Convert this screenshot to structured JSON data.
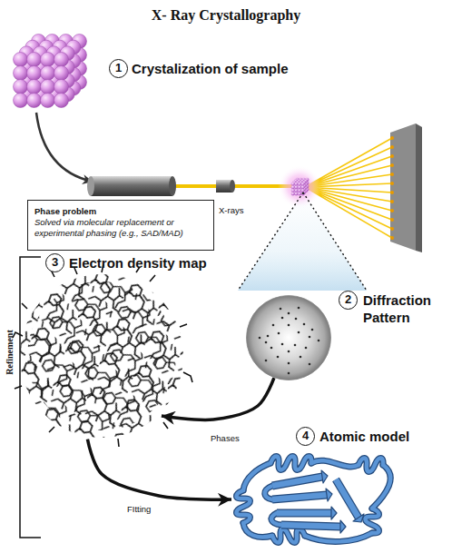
{
  "diagram": {
    "title": "X- Ray Crystallography",
    "nodes": [
      {
        "text": [
          "1",
          "Crystalization of sample"
        ]
      },
      {
        "text": [
          "Phase problem",
          "Solved via molecular replacement or experimental phasing (e.g., SAD/MAD)"
        ]
      },
      {
        "text": [
          "2",
          "Diffraction Pattern"
        ]
      },
      {
        "text": [
          "3",
          "Electron density map"
        ]
      },
      {
        "text": [
          "4",
          "Atomic model"
        ]
      }
    ],
    "edges": [
      {
        "from": 2,
        "to": 3,
        "arrow": "to",
        "label": "Phases"
      },
      {
        "from": 3,
        "to": 4,
        "arrow": "to",
        "label": "FItting"
      }
    ],
    "labels": [
      "X-rays",
      "Refinement"
    ]
  }
}
